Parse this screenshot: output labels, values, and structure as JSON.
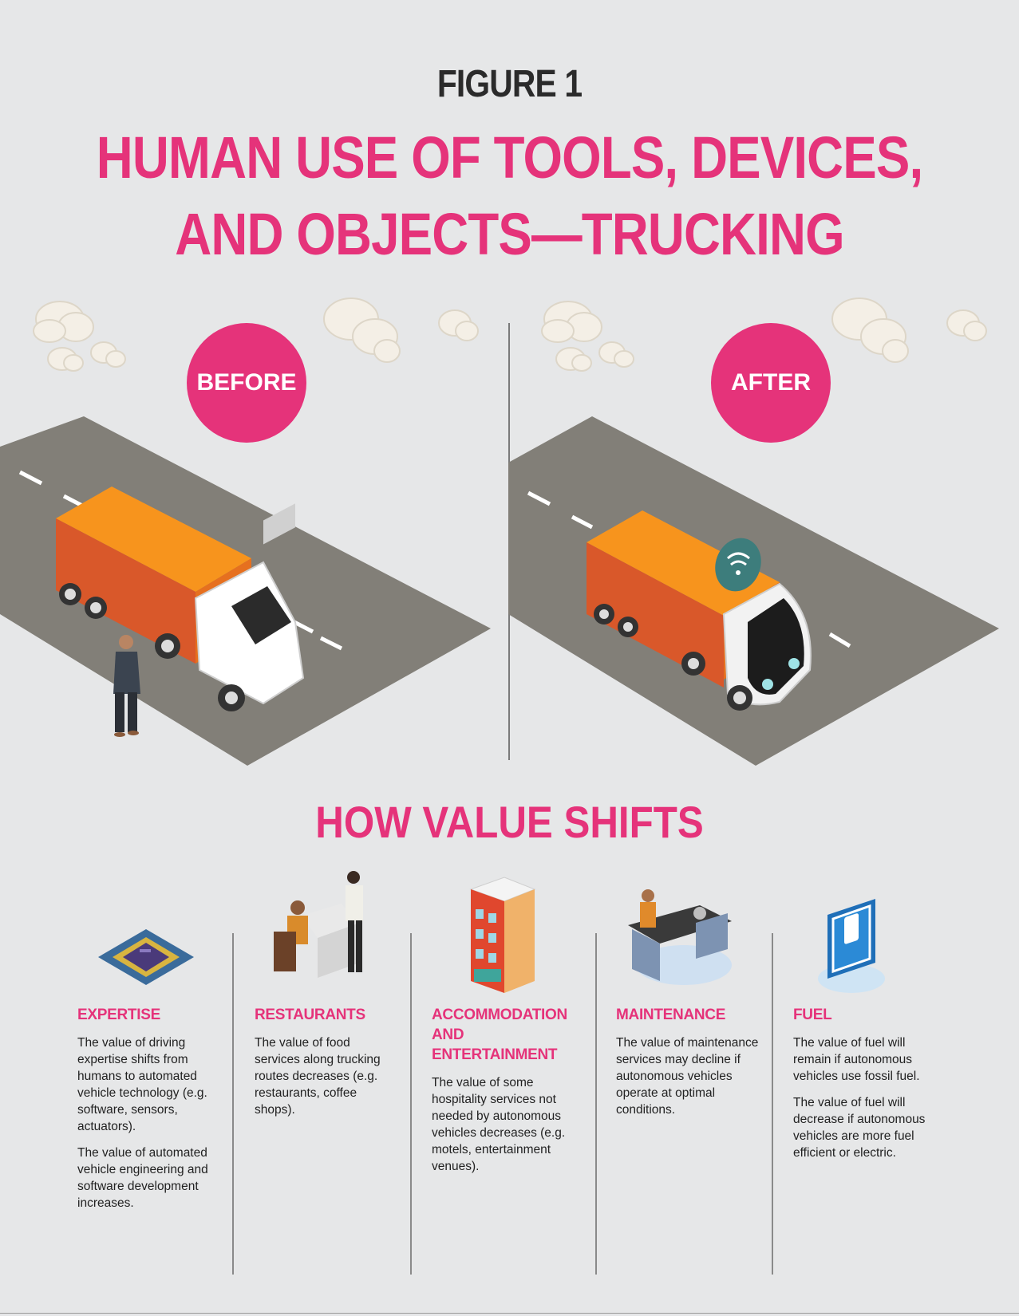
{
  "header": {
    "figure_label": "FIGURE 1",
    "title_line1": "HUMAN USE OF TOOLS, DEVICES,",
    "title_line2": "AND OBJECTS—TRUCKING"
  },
  "scenes": {
    "before_label": "BEFORE",
    "after_label": "AFTER"
  },
  "value_section": {
    "title": "HOW VALUE SHIFTS",
    "columns": [
      {
        "heading": "EXPERTISE",
        "paragraphs": [
          "The value of driving expertise shifts from humans to automated vehicle technology (e.g. software, sensors, actuators).",
          "The value of automated vehicle engineering and software development increases."
        ],
        "icon": "microchip-icon"
      },
      {
        "heading": "RESTAURANTS",
        "paragraphs": [
          "The value of food services along trucking routes decreases (e.g. restaurants, coffee shops)."
        ],
        "icon": "restaurant-dining-icon"
      },
      {
        "heading": "ACCOMMODATION AND ENTERTAINMENT",
        "paragraphs": [
          "The value of some hospitality services not needed by autonomous vehicles decreases (e.g. motels, entertainment venues)."
        ],
        "icon": "hotel-building-icon"
      },
      {
        "heading": "MAINTENANCE",
        "paragraphs": [
          "The value of maintenance services may decline if autonomous vehicles operate at optimal conditions."
        ],
        "icon": "mechanic-workbench-icon"
      },
      {
        "heading": "FUEL",
        "paragraphs": [
          "The value of fuel will remain if autonomous vehicles use fossil fuel.",
          "The value of fuel will decrease if autonomous vehicles are more fuel efficient or electric."
        ],
        "icon": "fuel-pump-sign-icon"
      }
    ]
  },
  "colors": {
    "accent": "#e5337a",
    "background": "#e6e7e8",
    "road": "#827f78",
    "truck_orange": "#f08a24",
    "truck_dark_orange": "#d9582a",
    "wifi_teal": "#3d7d7c"
  }
}
